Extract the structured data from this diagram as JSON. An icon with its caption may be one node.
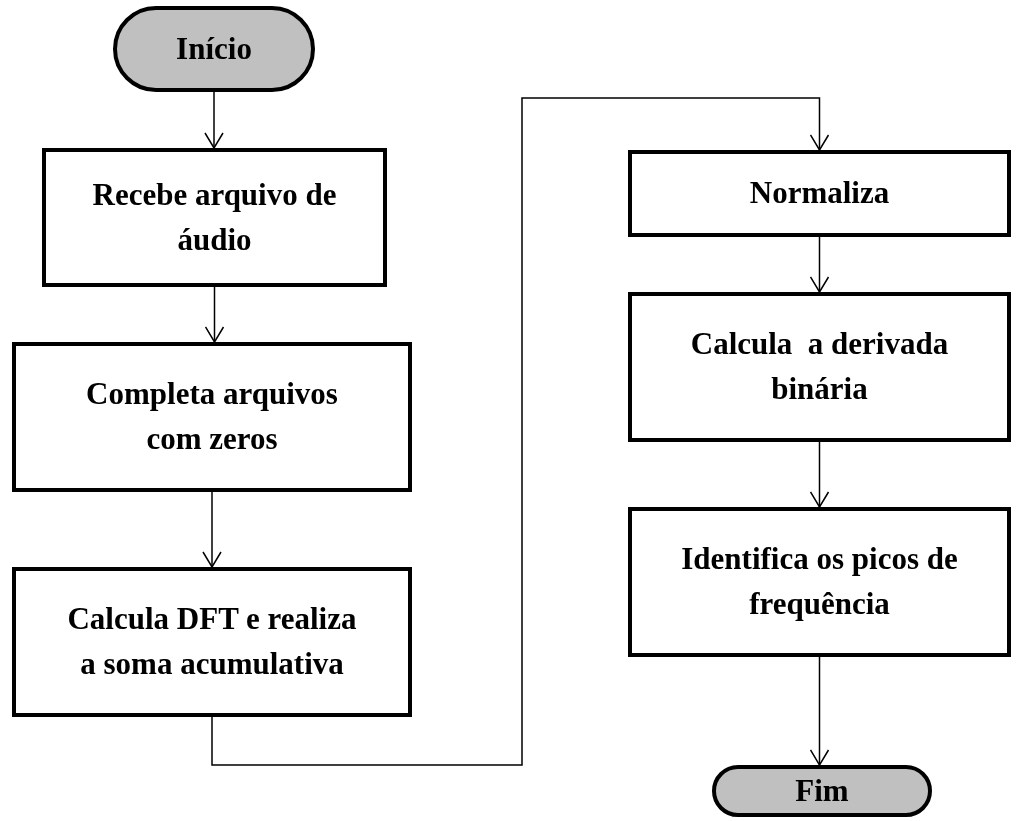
{
  "diagram": {
    "nodes": [
      {
        "text": [
          "Início"
        ]
      },
      {
        "text": [
          "Recebe arquivo de áudio"
        ]
      },
      {
        "text": [
          "Completa arquivos com zeros"
        ]
      },
      {
        "text": [
          "Calcula DFT e realiza a soma acumulativa"
        ]
      },
      {
        "text": [
          "Normaliza"
        ]
      },
      {
        "text": [
          "Calcula  a derivada binária"
        ]
      },
      {
        "text": [
          "Identifica os picos de frequência"
        ]
      },
      {
        "text": [
          "Fim"
        ]
      }
    ],
    "edges": [
      {
        "from": 0,
        "to": 1,
        "arrow": "to"
      },
      {
        "from": 1,
        "to": 2,
        "arrow": "to"
      },
      {
        "from": 2,
        "to": 3,
        "arrow": "to"
      },
      {
        "from": 3,
        "to": 4,
        "arrow": "to"
      },
      {
        "from": 4,
        "to": 5,
        "arrow": "to"
      },
      {
        "from": 5,
        "to": 6,
        "arrow": "to"
      },
      {
        "from": 6,
        "to": 7,
        "arrow": "to"
      }
    ]
  }
}
